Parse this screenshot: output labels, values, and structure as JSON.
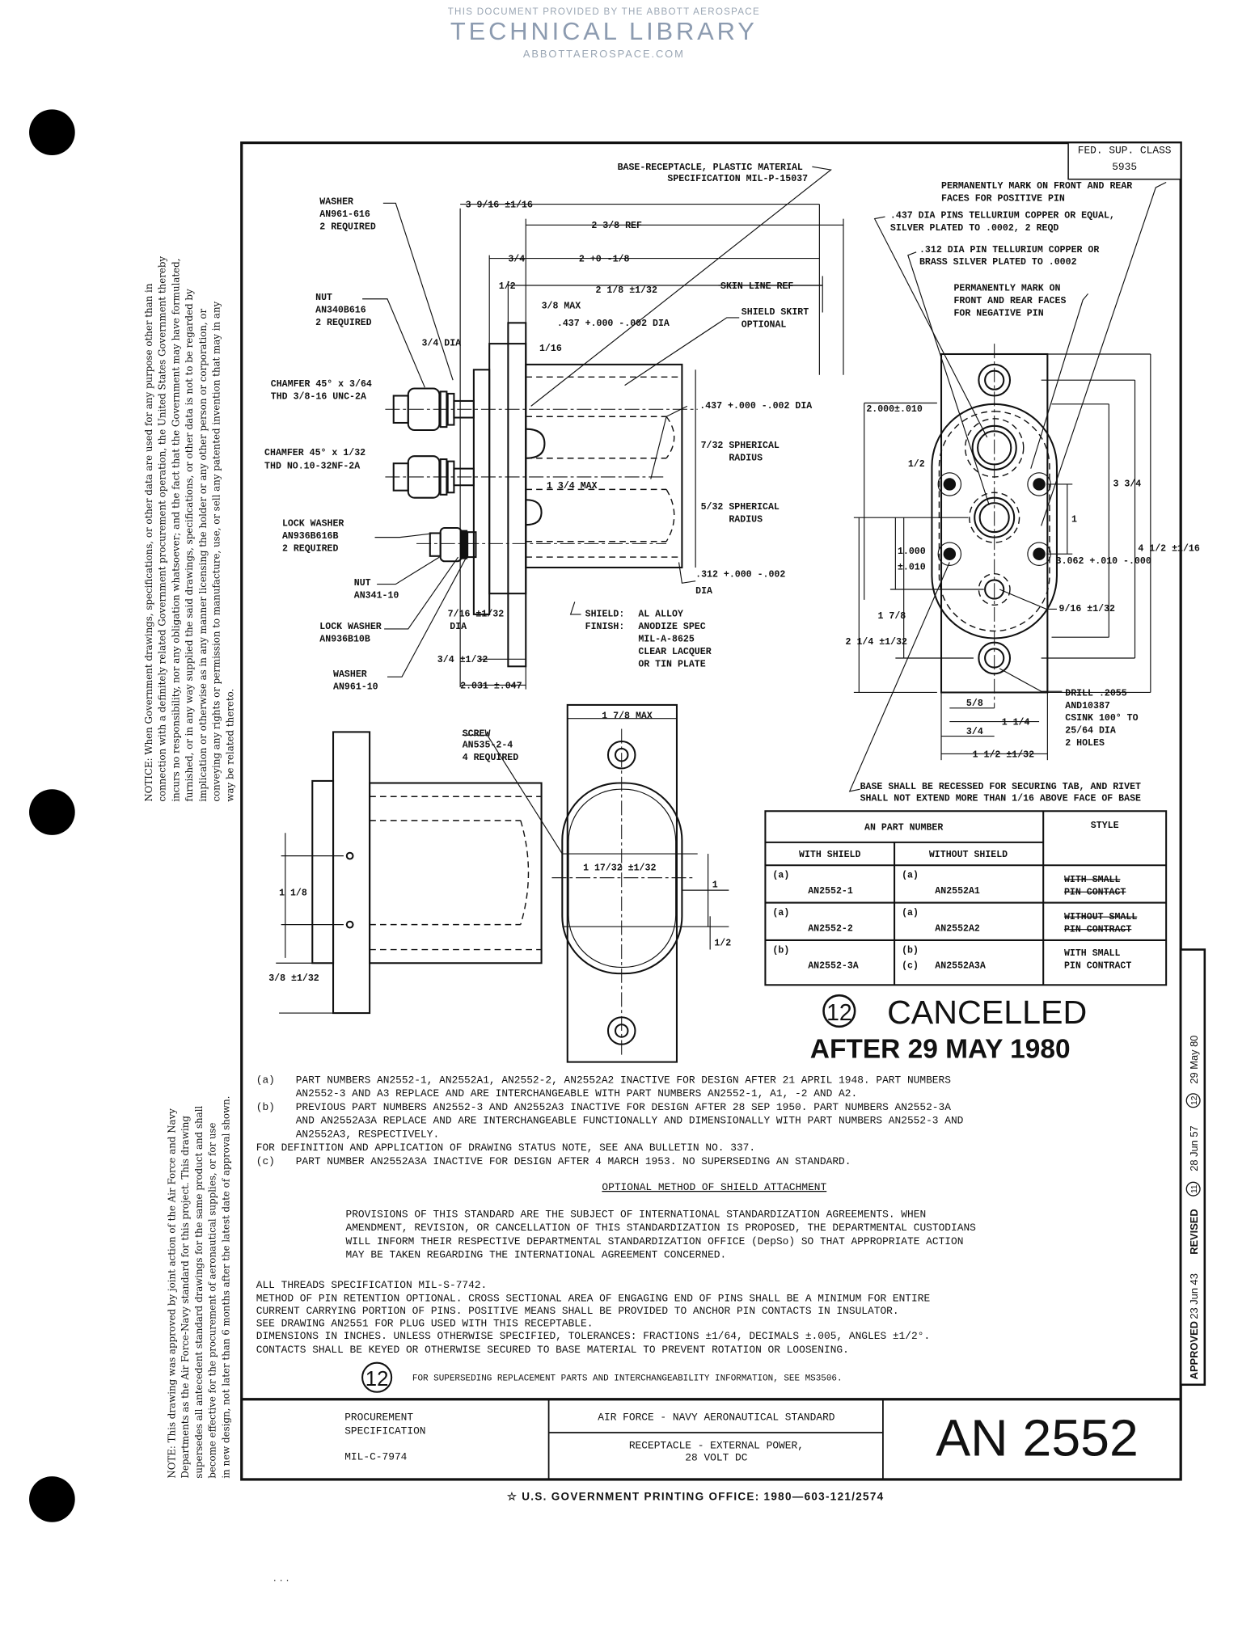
{
  "watermark": {
    "line1": "THIS DOCUMENT PROVIDED BY THE ABBOTT AEROSPACE",
    "line2": "TECHNICAL LIBRARY",
    "line3": "ABBOTTAEROSPACE.COM"
  },
  "left_notice": [
    "NOTICE: When Government drawings, specifications, or other data are used for any purpose other than in",
    "connection with a definitely related Government procurement operation, the United States Government thereby",
    "incurs no responsibility, nor any obligation whatsoever; and the fact that the Government may have formulated,",
    "furnished, or in any way supplied the said drawings, specifications, or other data is not to be regarded by",
    "implication or otherwise as in any manner licensing the holder or any other person or corporation, or",
    "conveying any rights or permission to manufacture, use, or sell any patented invention that may in any",
    "way be related thereto."
  ],
  "left_note": [
    "NOTE: This drawing was approved by joint action of the Air Force and Navy",
    "Departments as the Air Force-Navy standard for this project.  This drawing",
    "supersedes all antecedent standard drawings for the same product and shall",
    "become effective for the procurement of aeronautical supplies, or for use",
    "in new design, not later than 6 months after the latest date of approval shown."
  ],
  "fed_sup_class": {
    "label": "FED. SUP. CLASS",
    "value": "5935"
  },
  "callouts": {
    "base_receptacle": [
      "BASE-RECEPTACLE, PLASTIC MATERIAL",
      "SPECIFICATION MIL-P-15037"
    ],
    "washer_616": [
      "WASHER",
      "AN961-616",
      "2 REQUIRED"
    ],
    "nut_616": [
      "NUT",
      "AN340B616",
      "2 REQUIRED"
    ],
    "chamfer_1": [
      "CHAMFER 45° x 3/64",
      "THD 3/8-16 UNC-2A"
    ],
    "chamfer_2": [
      "CHAMFER 45° x 1/32",
      "THD NO.10-32NF-2A"
    ],
    "lock_washer_616": [
      "LOCK WASHER",
      "AN936B616B",
      "2 REQUIRED"
    ],
    "nut_10": [
      "NUT",
      "AN341-10"
    ],
    "lock_washer_10": [
      "LOCK WASHER",
      "AN936B10B"
    ],
    "washer_10": [
      "WASHER",
      "AN961-10"
    ],
    "skin_line": "SKIN LINE REF",
    "shield_skirt": [
      "SHIELD SKIRT",
      "OPTIONAL"
    ],
    "sph_7_32": [
      "7/32",
      "SPHERICAL",
      "RADIUS"
    ],
    "sph_5_32": [
      "5/32",
      "SPHERICAL",
      "RADIUS"
    ],
    "shield_spec": [
      "SHIELD:",
      "FINISH:",
      "AL ALLOY",
      "ANODIZE SPEC",
      "MIL-A-8625",
      "CLEAR LACQUER",
      "OR TIN PLATE"
    ],
    "positive_mark": [
      "PERMANENTLY MARK ON FRONT AND REAR",
      "FACES FOR POSITIVE PIN"
    ],
    "pins_437": [
      ".437 DIA PINS TELLURIUM COPPER OR EQUAL,",
      "SILVER PLATED TO .0002, 2 REQD"
    ],
    "pin_312": [
      ".312 DIA PIN TELLURIUM COPPER OR",
      "BRASS SILVER PLATED TO .0002"
    ],
    "negative_mark": [
      "PERMANENTLY MARK ON",
      "FRONT AND REAR FACES",
      "FOR NEGATIVE PIN"
    ],
    "drill": [
      "DRILL .2055",
      "AND10387",
      "CSINK 100° TO",
      "25/64 DIA",
      "2 HOLES"
    ],
    "base_recessed": [
      "BASE SHALL BE RECESSED FOR SECURING TAB, AND RIVET",
      "SHALL NOT EXTEND MORE THAN 1/16 ABOVE FACE OF BASE"
    ],
    "screw": [
      "SCREW",
      "AN535-2-4",
      "4 REQUIRED"
    ]
  },
  "dimensions": {
    "overall": "3 9/16 ±1/16",
    "ref": "2 3/8 REF",
    "three_quarter": "3/4",
    "two_tol": "2 +0 -1/8",
    "half": "1/2",
    "two_eighth": "2 1/8 ±1/32",
    "three_eighth_max": "3/8 MAX",
    "pin_437_top": ".437 +.000 -.002 DIA",
    "sixteenth": "1/16",
    "dia_three_quarter": "3/4 DIA",
    "pin_437": ".437 +.000 -.002 DIA",
    "max_1_3_4": "1 3/4 MAX",
    "pin_312": ".312 +.000 -.002",
    "dia": "DIA",
    "seven_16": "7/16 ±1/32",
    "three_q_tol": "3/4 ±1/32",
    "width_2031": "2.031 ±.047",
    "fv_2000": "2.000±.010",
    "fv_half": "1/2",
    "fv_1000": "1.000",
    "fv_1000_tol": "±.010",
    "fv_1_7_8": "1 7/8",
    "fv_2_1_4": "2 1/4 ±1/32",
    "fv_3_3_4": "3 3/4",
    "fv_one": "1",
    "fv_3062": "3.062 +.010 -.000",
    "fv_4_1_2": "4 1/2 ±1/16",
    "fv_9_16": "9/16 ±1/32",
    "fv_5_8": "5/8",
    "fv_1_1_4": "1 1/4",
    "fv_3_4": "3/4",
    "fv_1_1_2": "1 1/2 ±1/32",
    "bl_1_1_8": "1 1/8",
    "bl_3_8": "3/8 ±1/32",
    "bm_max": "1 7/8 MAX",
    "bm_17_32": "1 17/32 ±1/32",
    "bm_one": "1",
    "bm_half": "1/2"
  },
  "table": {
    "header": "AN PART NUMBER",
    "style_header": "STYLE",
    "col_with": "WITH SHIELD",
    "col_without": "WITHOUT SHIELD",
    "rows": [
      {
        "with_note": "(a)",
        "with": "AN2552-1",
        "without_note": "(a)",
        "without": "AN2552A1",
        "style1": "WITH SMALL",
        "style2": "PIN CONTACT"
      },
      {
        "with_note": "(a)",
        "with": "AN2552-2",
        "without_note": "(a)",
        "without": "AN2552A2",
        "style1": "WITHOUT SMALL",
        "style2": "PIN CONTRACT"
      },
      {
        "with_note": "(b)",
        "with": "AN2552-3A",
        "without_note": "(b)",
        "without_note2": "(c)",
        "without": "AN2552A3A",
        "style1": "WITH SMALL",
        "style2": "PIN CONTRACT"
      }
    ]
  },
  "cancelled": {
    "rev": "12",
    "line1": "CANCELLED",
    "line2": "AFTER  29 MAY 1980"
  },
  "notes": {
    "a": [
      "(a)",
      "PART NUMBERS AN2552-1, AN2552A1, AN2552-2, AN2552A2 INACTIVE FOR DESIGN AFTER 21 APRIL 1948.  PART NUMBERS",
      "AN2552-3 AND A3 REPLACE AND ARE INTERCHANGEABLE WITH PART NUMBERS AN2552-1, A1, -2 AND A2."
    ],
    "b": [
      "(b)",
      "PREVIOUS PART NUMBERS AN2552-3 AND AN2552A3 INACTIVE FOR DESIGN AFTER 28 SEP 1950.  PART NUMBERS AN2552-3A",
      "AND AN2552A3A REPLACE AND ARE INTERCHANGEABLE FUNCTIONALLY AND DIMENSIONALLY WITH PART NUMBERS AN2552-3 AND",
      "AN2552A3, RESPECTIVELY."
    ],
    "status": "FOR DEFINITION AND APPLICATION OF DRAWING STATUS NOTE, SEE ANA BULLETIN NO. 337.",
    "c": [
      "(c)",
      "PART NUMBER AN2552A3A INACTIVE  FOR DESIGN AFTER 4 MARCH 1953.  NO SUPERSEDING AN STANDARD."
    ],
    "optional_heading": "OPTIONAL METHOD OF SHIELD ATTACHMENT",
    "provisions": [
      "PROVISIONS OF THIS STANDARD ARE THE SUBJECT OF INTERNATIONAL STANDARDIZATION AGREEMENTS.  WHEN",
      "AMENDMENT, REVISION, OR CANCELLATION OF THIS STANDARDIZATION IS PROPOSED, THE DEPARTMENTAL CUSTODIANS",
      "WILL INFORM THEIR RESPECTIVE DEPARTMENTAL STANDARDIZATION OFFICE (DepSo) SO THAT APPROPRIATE ACTION",
      "MAY BE TAKEN REGARDING THE INTERNATIONAL AGREEMENT CONCERNED."
    ],
    "general": [
      "ALL THREADS SPECIFICATION MIL-S-7742.",
      "METHOD OF PIN RETENTION OPTIONAL.  CROSS SECTIONAL AREA OF ENGAGING END OF PINS SHALL BE A MINIMUM FOR ENTIRE",
      "CURRENT CARRYING PORTION OF PINS.  POSITIVE MEANS SHALL BE PROVIDED TO ANCHOR PIN CONTACTS IN INSULATOR.",
      "SEE DRAWING AN2551 FOR PLUG USED WITH THIS RECEPTABLE.",
      "DIMENSIONS IN INCHES.  UNLESS OTHERWISE SPECIFIED, TOLERANCES:  FRACTIONS ±1/64, DECIMALS ±.005, ANGLES ±1/2°.",
      "CONTACTS SHALL BE KEYED OR OTHERWISE SECURED TO BASE MATERIAL TO PREVENT ROTATION OR LOOSENING."
    ],
    "superseding_rev": "12",
    "superseding": "FOR SUPERSEDING REPLACEMENT PARTS AND INTERCHANGEABILITY INFORMATION, SEE MS3506."
  },
  "title_block": {
    "procurement": [
      "PROCUREMENT",
      "SPECIFICATION"
    ],
    "spec": "MIL-C-7974",
    "org": "AIR FORCE - NAVY AERONAUTICAL STANDARD",
    "title1": "RECEPTACLE - EXTERNAL POWER,",
    "title2": "28 VOLT DC",
    "number": "AN 2552"
  },
  "revisions": {
    "approved": "APPROVED",
    "approved_date": "23 Jun 43",
    "revised": "REVISED",
    "rev11": "11",
    "rev11_date": "28 Jun 57",
    "rev12": "12",
    "rev12_date": "29 May 80"
  },
  "gpo": "☆ U.S. GOVERNMENT PRINTING OFFICE:  1980—603-121/2574",
  "footer_marks": "· · ·"
}
